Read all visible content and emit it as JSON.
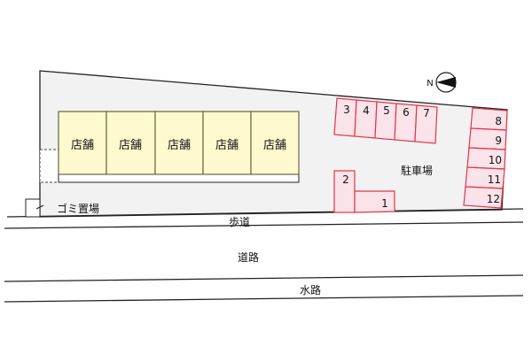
{
  "shops": [
    "店舗",
    "店舗",
    "店舗",
    "店舗",
    "店舗"
  ],
  "labels": {
    "garbage": "ゴミ置場",
    "parking": "駐車場",
    "sidewalk": "歩道",
    "road": "道路",
    "waterway": "水路",
    "north": "N"
  },
  "parking_spaces": [
    "1",
    "2",
    "3",
    "4",
    "5",
    "6",
    "7",
    "8",
    "9",
    "10",
    "11",
    "12"
  ],
  "colors": {
    "lot": "#f2f2f2",
    "shop_fill": "#fff9d0",
    "shop_stroke": "#6b6545",
    "parking_fill": "#fbe3ea",
    "parking_stroke": "#e0344a"
  }
}
